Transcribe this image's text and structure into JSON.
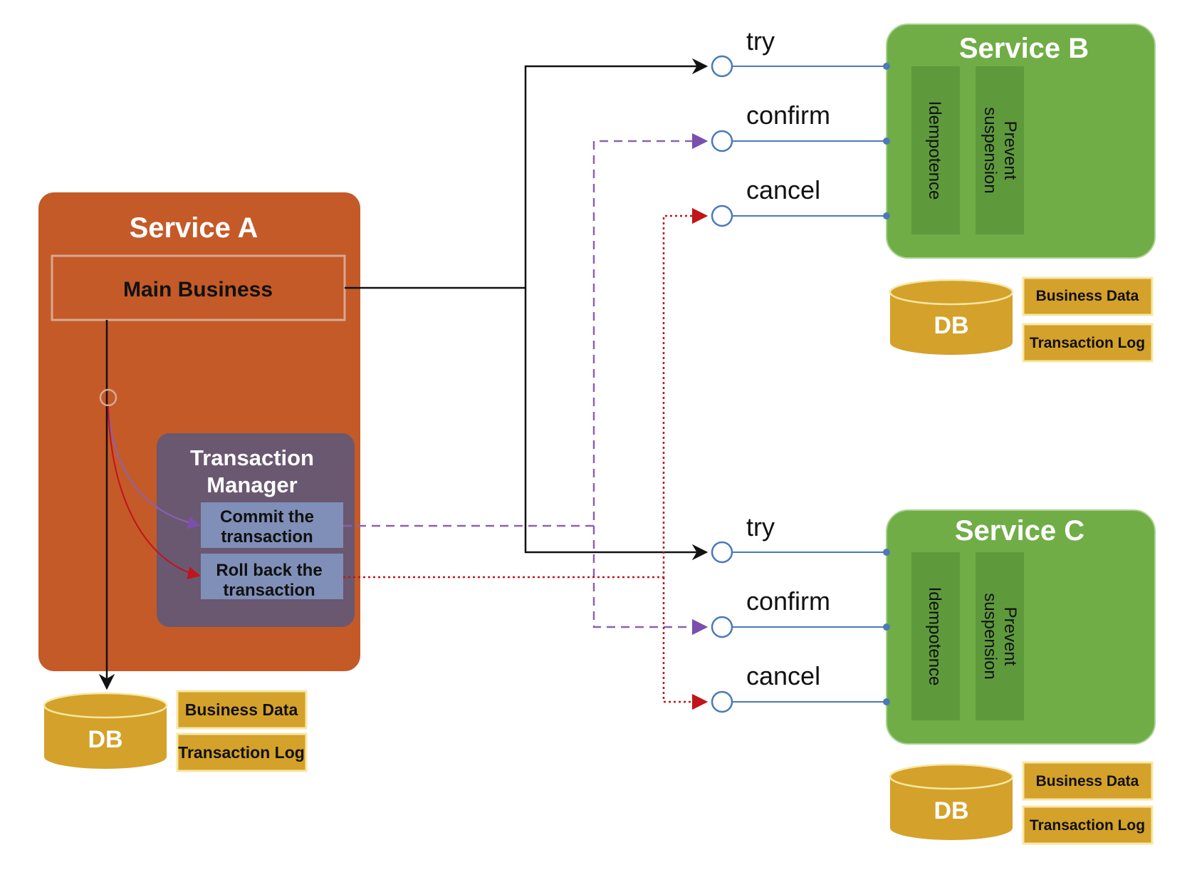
{
  "service_a": {
    "title": "Service A",
    "main_business": "Main Business",
    "transaction_manager": [
      "Transaction",
      "Manager"
    ],
    "commit": [
      "Commit the",
      "transaction"
    ],
    "rollback": [
      "Roll back the",
      "transaction"
    ]
  },
  "service_b": {
    "title": "Service B",
    "col1": "Idempotence",
    "col2": [
      "Prevent",
      "suspension"
    ],
    "ops": {
      "try": "try",
      "confirm": "confirm",
      "cancel": "cancel"
    }
  },
  "service_c": {
    "title": "Service C",
    "col1": "Idempotence",
    "col2": [
      "Prevent",
      "suspension"
    ],
    "ops": {
      "try": "try",
      "confirm": "confirm",
      "cancel": "cancel"
    }
  },
  "db": {
    "label": "DB",
    "business_data": "Business Data",
    "transaction_log": "Transaction Log"
  },
  "colors": {
    "service_a": "#c45a28",
    "service_bc": "#70ad47",
    "service_inner": "#5e9a3c",
    "tm_box": "#6a5870",
    "tm_item": "#7f8fb8",
    "db": "#d4a12a",
    "commit_line": "#8a62b0",
    "rollback_line": "#c0151b",
    "interface_line": "#4a7ab8"
  }
}
